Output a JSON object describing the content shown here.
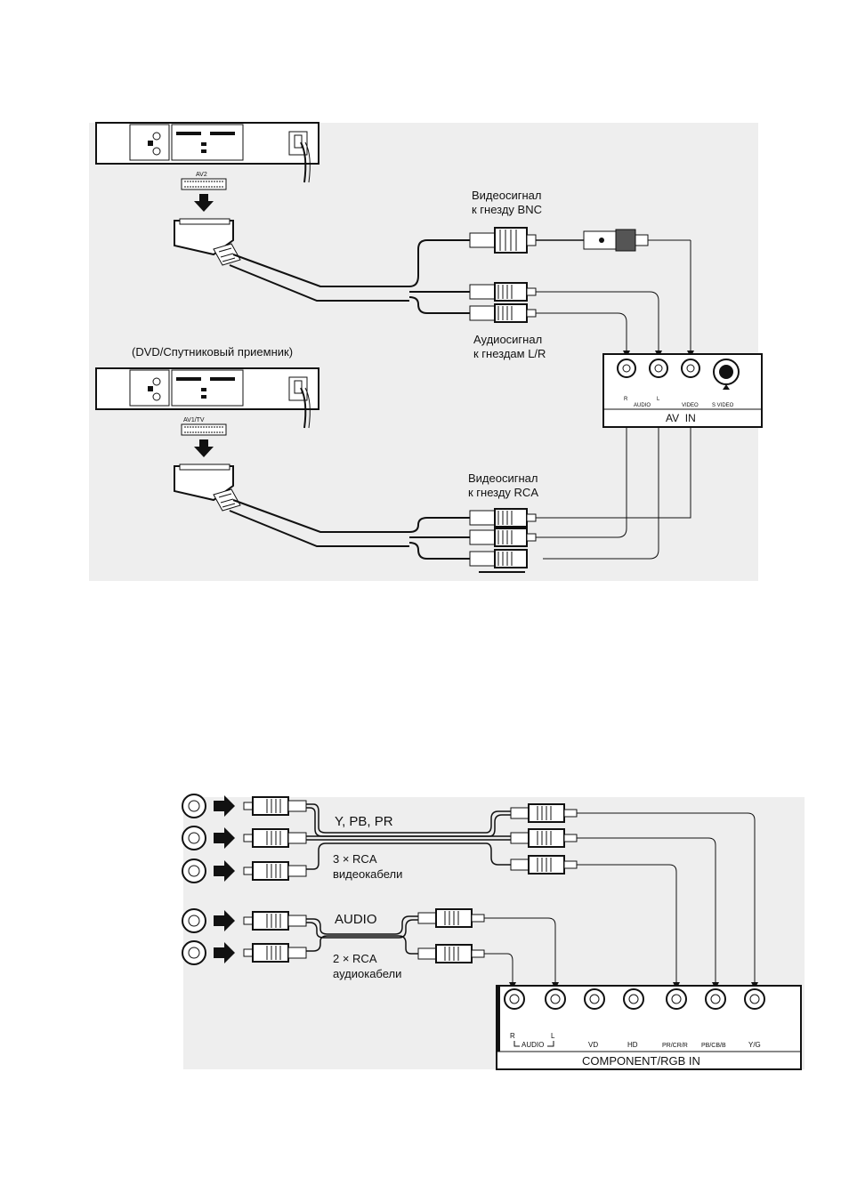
{
  "top_diagram": {
    "scart_label_1": "AV2",
    "scart_label_2": "AV1/TV",
    "device_caption": "(DVD/Спутниковый приемник)",
    "bnc_label": [
      "Видеосигнал",
      "к гнезду BNC"
    ],
    "audio_label": [
      "Аудиосигнал",
      "к гнездам L/R"
    ],
    "rca_label": [
      "Видеосигнал",
      "к гнезду RCA"
    ],
    "panel": {
      "title": "AV  IN",
      "jack_labels": [
        "R",
        "AUDIO",
        "L",
        "VIDEO",
        "S VIDEO"
      ]
    }
  },
  "bottom_diagram": {
    "video_cable_label": [
      "Y, PB, PR"
    ],
    "video_cable_sub": [
      "3 × RCA",
      "видеокабели"
    ],
    "audio_cable_label": "AUDIO",
    "audio_cable_sub": [
      "2 × RCA",
      "аудиокабели"
    ],
    "panel": {
      "title": "COMPONENT/RGB IN",
      "jack_labels": [
        "R",
        "AUDIO",
        "L",
        "VD",
        "HD",
        "PR/CR/R",
        "PB/CB/B",
        "Y/G"
      ]
    }
  }
}
